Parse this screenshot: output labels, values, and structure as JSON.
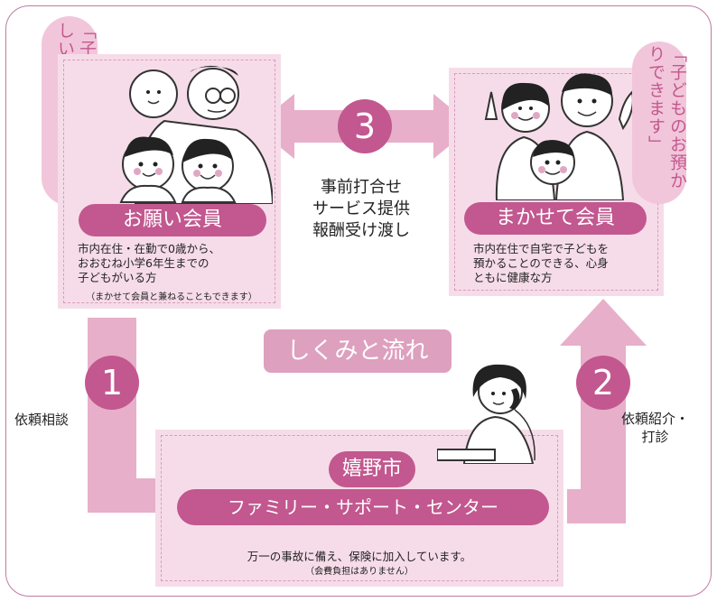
{
  "title": "しくみと流れ",
  "left_quote": "「子どもを預かってほしいのですが」",
  "right_quote": "「子どものお預かりできます」",
  "onegai": {
    "label": "お願い会員",
    "desc_lines": [
      "市内在住・在勤で0歳から、",
      "おおむね小学6年生までの",
      "子どもがいる方"
    ],
    "note": "（まかせて会員と兼ねることもできます）"
  },
  "makasete": {
    "label": "まかせて会員",
    "desc_lines": [
      "市内在住で自宅で子どもを",
      "預かることのできる、心身",
      "ともに健康な方"
    ]
  },
  "step3": {
    "number": "3",
    "lines": [
      "事前打合せ",
      "サービス提供",
      "報酬受け渡し"
    ]
  },
  "step1": {
    "number": "1",
    "label": "依頼相談"
  },
  "step2": {
    "number": "2",
    "label_lines": [
      "依頼紹介・",
      "打診"
    ]
  },
  "center": {
    "city": "嬉野市",
    "name": "ファミリー・サポート・センター",
    "desc": "万一の事故に備え、保険に加入しています。",
    "note": "（会費負担はありません）"
  },
  "colors": {
    "accent": "#c2588f",
    "panel": "#f6dce9",
    "arrow": "#e7afc9"
  }
}
